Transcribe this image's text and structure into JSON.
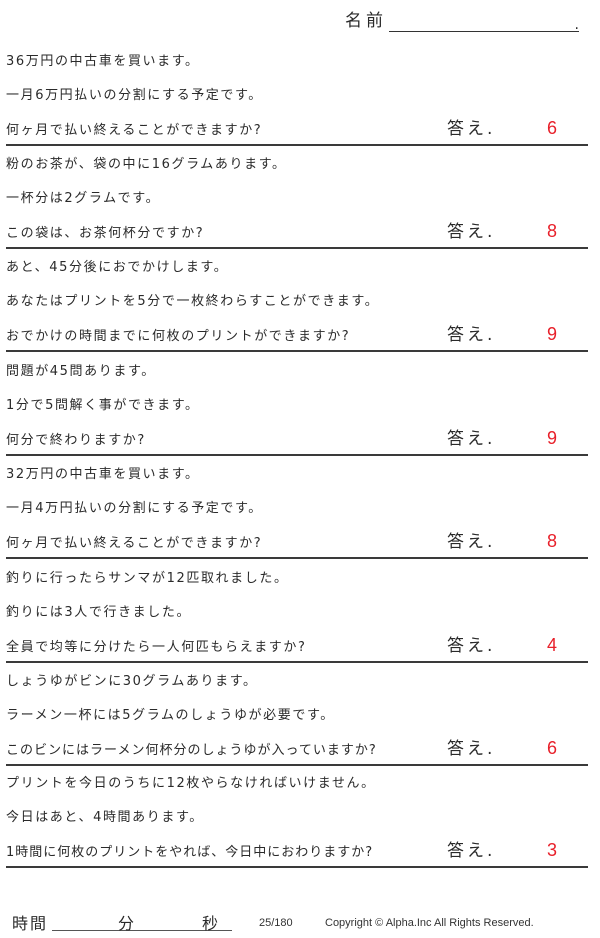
{
  "header": {
    "name_label": "名前",
    "name_value": "",
    "name_end": "."
  },
  "answer_label": "答え.",
  "problems": [
    {
      "lines": [
        "36万円の中古車を買います。",
        "一月6万円払いの分割にする予定です。",
        "何ヶ月で払い終えることができますか?"
      ],
      "answer": "6"
    },
    {
      "lines": [
        "粉のお茶が、袋の中に16グラムあります。",
        "一杯分は2グラムです。",
        "この袋は、お茶何杯分ですか?"
      ],
      "answer": "8"
    },
    {
      "lines": [
        "あと、45分後におでかけします。",
        "あなたはプリントを5分で一枚終わらすことができます。",
        "おでかけの時間までに何枚のプリントができますか?"
      ],
      "answer": "9"
    },
    {
      "lines": [
        "問題が45問あります。",
        "1分で5問解く事ができます。",
        "何分で終わりますか?"
      ],
      "answer": "9"
    },
    {
      "lines": [
        "32万円の中古車を買います。",
        "一月4万円払いの分割にする予定です。",
        "何ヶ月で払い終えることができますか?"
      ],
      "answer": "8"
    },
    {
      "lines": [
        "釣りに行ったらサンマが12匹取れました。",
        "釣りには3人で行きました。",
        "全員で均等に分けたら一人何匹もらえますか?"
      ],
      "answer": "4"
    },
    {
      "lines": [
        "しょうゆがビンに30グラムあります。",
        "ラーメン一杯には5グラムのしょうゆが必要です。",
        "このビンにはラーメン何杯分のしょうゆが入っていますか?"
      ],
      "answer": "6"
    },
    {
      "lines": [
        "プリントを今日のうちに12枚やらなければいけません。",
        "今日はあと、4時間あります。",
        "1時間に何枚のプリントをやれば、今日中におわりますか?"
      ],
      "answer": "3"
    }
  ],
  "footer": {
    "time_label": "時間",
    "minutes_label": "分",
    "seconds_label": "秒",
    "page": "25/180",
    "copyright": "Copyright ©  Alpha.Inc All Rights Reserved."
  },
  "colors": {
    "answer": "#e8202a",
    "text": "#2a2a2a",
    "rule": "#3a3a3a"
  }
}
